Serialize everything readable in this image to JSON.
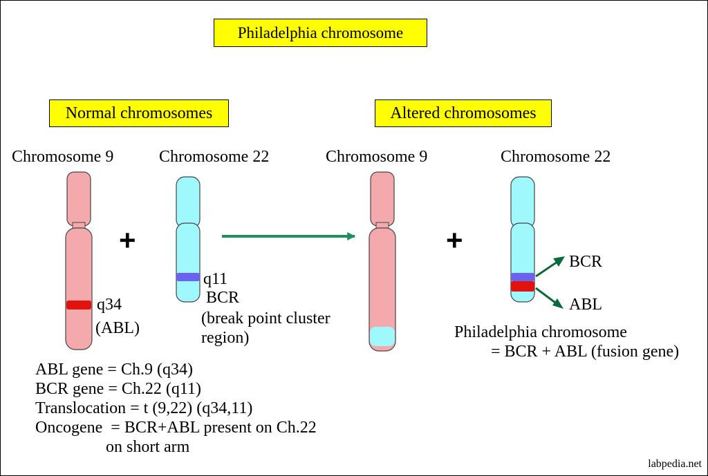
{
  "title": "Philadelphia chromosome",
  "normal": {
    "heading": "Normal chromosomes",
    "chr9_label": "Chromosome 9",
    "chr22_label": "Chromosome 22",
    "plus": "+",
    "q34": "q34",
    "abl": "(ABL)",
    "q11": "q11",
    "bcr": "BCR",
    "bcr_desc_line1": "(break point cluster",
    "bcr_desc_line2": "region)"
  },
  "altered": {
    "heading": "Altered chromosomes",
    "chr9_label": "Chromosome 9",
    "chr22_label": "Chromosome 22",
    "plus": "+",
    "bcr": "BCR",
    "abl": "ABL",
    "phil_line1": "Philadelphia chromosome",
    "phil_line2": "= BCR + ABL (fusion gene)"
  },
  "notes": [
    "ABL gene = Ch.9 (q34)",
    "BCR gene = Ch.22 (q11)",
    "Translocation = t (9,22) (q34,11)",
    "Oncogene  = BCR+ABL present on Ch.22",
    "                 on short arm"
  ],
  "watermark": "labpedia.net",
  "colors": {
    "chr9": "#f4a9ad",
    "chr22": "#9ef8fc",
    "abl_band": "#e2120f",
    "bcr_band": "#6b63f0",
    "arrow": "#1e9060",
    "arrow_dark": "#0b6a3a",
    "title_box": "#ffff00"
  }
}
